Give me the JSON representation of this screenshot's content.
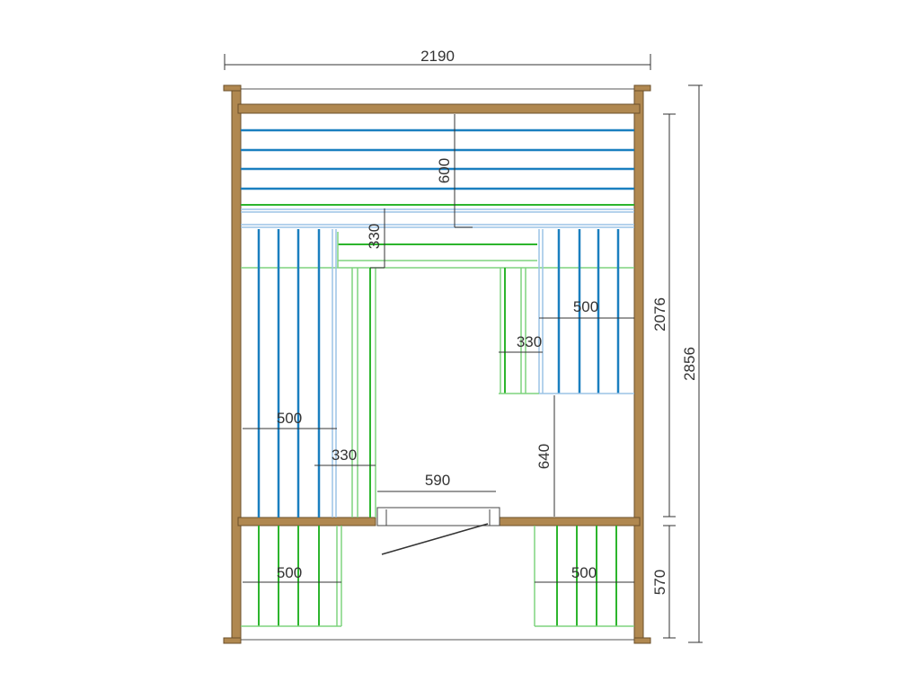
{
  "dimensions": {
    "overall_width": "2190",
    "overall_depth": "2856",
    "interior_depth": "2076",
    "porch_depth": "570",
    "top_bench_depth": "600",
    "middle_step_depth": "330",
    "right_bench_width": "500",
    "right_step_width": "330",
    "left_bench_width": "500",
    "left_step_width": "330",
    "door_width": "590",
    "door_to_bench_distance": "640",
    "porch_left_bench_width": "500",
    "porch_right_bench_width": "500"
  },
  "colors": {
    "wood": "#b08850",
    "bench_blue": "#1a7fbf",
    "step_green": "#2db52d"
  }
}
